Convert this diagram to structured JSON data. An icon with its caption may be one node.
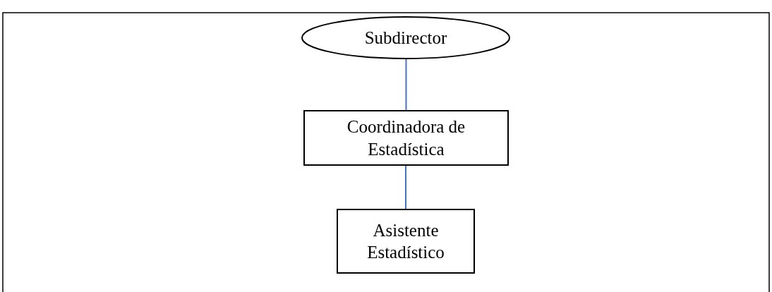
{
  "diagram": {
    "nodes": [
      {
        "text": [
          "Subdirector"
        ]
      },
      {
        "text": [
          "Coordinadora de Estadística"
        ]
      },
      {
        "text": [
          "Asistente Estadístico"
        ]
      }
    ],
    "edges": [
      {
        "from": 0,
        "to": 1,
        "arrow": "none"
      },
      {
        "from": 1,
        "to": 2,
        "arrow": "none"
      }
    ]
  }
}
